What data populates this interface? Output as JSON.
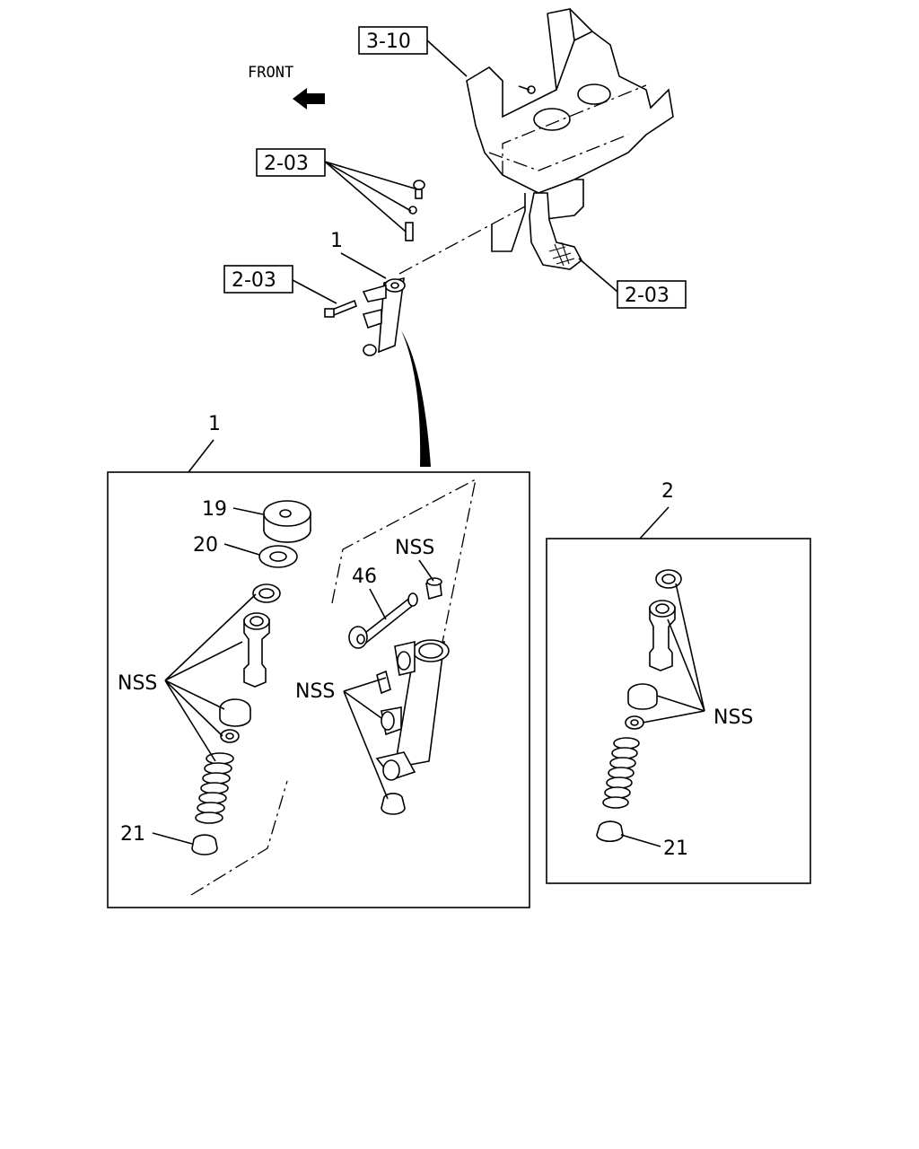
{
  "front_label": "FRONT",
  "refs": {
    "r1": "3-10",
    "r2": "2-03",
    "r3": "2-03",
    "r4": "2-03"
  },
  "callouts": {
    "c1_top": "1",
    "c1_box": "1",
    "c2_box": "2",
    "c19": "19",
    "c20": "20",
    "c46": "46",
    "nss_a": "NSS",
    "nss_b": "NSS",
    "nss_c": "NSS",
    "nss_d": "NSS",
    "c21_a": "21",
    "c21_b": "21"
  }
}
